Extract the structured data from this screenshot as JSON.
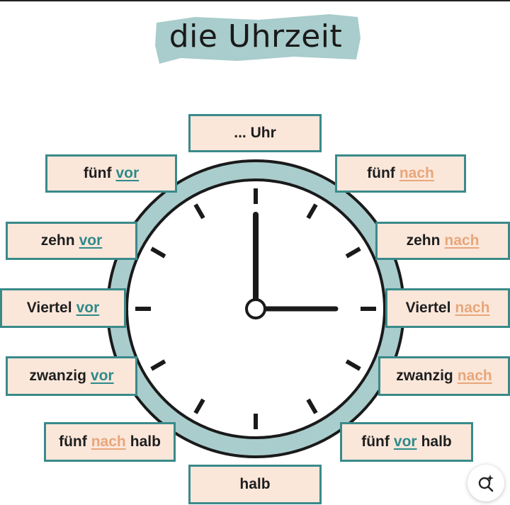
{
  "title": "die Uhrzeit",
  "colors": {
    "teal": "#3a8a8a",
    "label_bg": "#fbe7da",
    "vor": "#2f8a8a",
    "nach": "#e8a67a",
    "title_brush": "#a9cccc",
    "clock_ring": "#a9cccc"
  },
  "labels": {
    "uhr": {
      "pre": "... Uhr"
    },
    "halb": {
      "pre": "halb"
    },
    "fuenf_vor": {
      "pre": "fünf",
      "kw": "vor"
    },
    "zehn_vor": {
      "pre": "zehn",
      "kw": "vor"
    },
    "viertel_vor": {
      "pre": "Viertel",
      "kw": "vor"
    },
    "zwanzig_vor": {
      "pre": "zwanzig",
      "kw": "vor"
    },
    "fuenf_nach_halb": {
      "pre": "fünf",
      "kw": "nach",
      "post": "halb"
    },
    "fuenf_nach": {
      "pre": "fünf",
      "kw": "nach"
    },
    "zehn_nach": {
      "pre": "zehn",
      "kw": "nach"
    },
    "viertel_nach": {
      "pre": "Viertel",
      "kw": "nach"
    },
    "zwanzig_nach": {
      "pre": "zwanzig",
      "kw": "nach"
    },
    "fuenf_vor_halb": {
      "pre": "fünf",
      "kw": "vor",
      "post": "halb"
    }
  },
  "clock": {
    "time_shown": "3:00"
  },
  "zoom_button": {
    "icon": "zoom-sparkle-icon"
  }
}
